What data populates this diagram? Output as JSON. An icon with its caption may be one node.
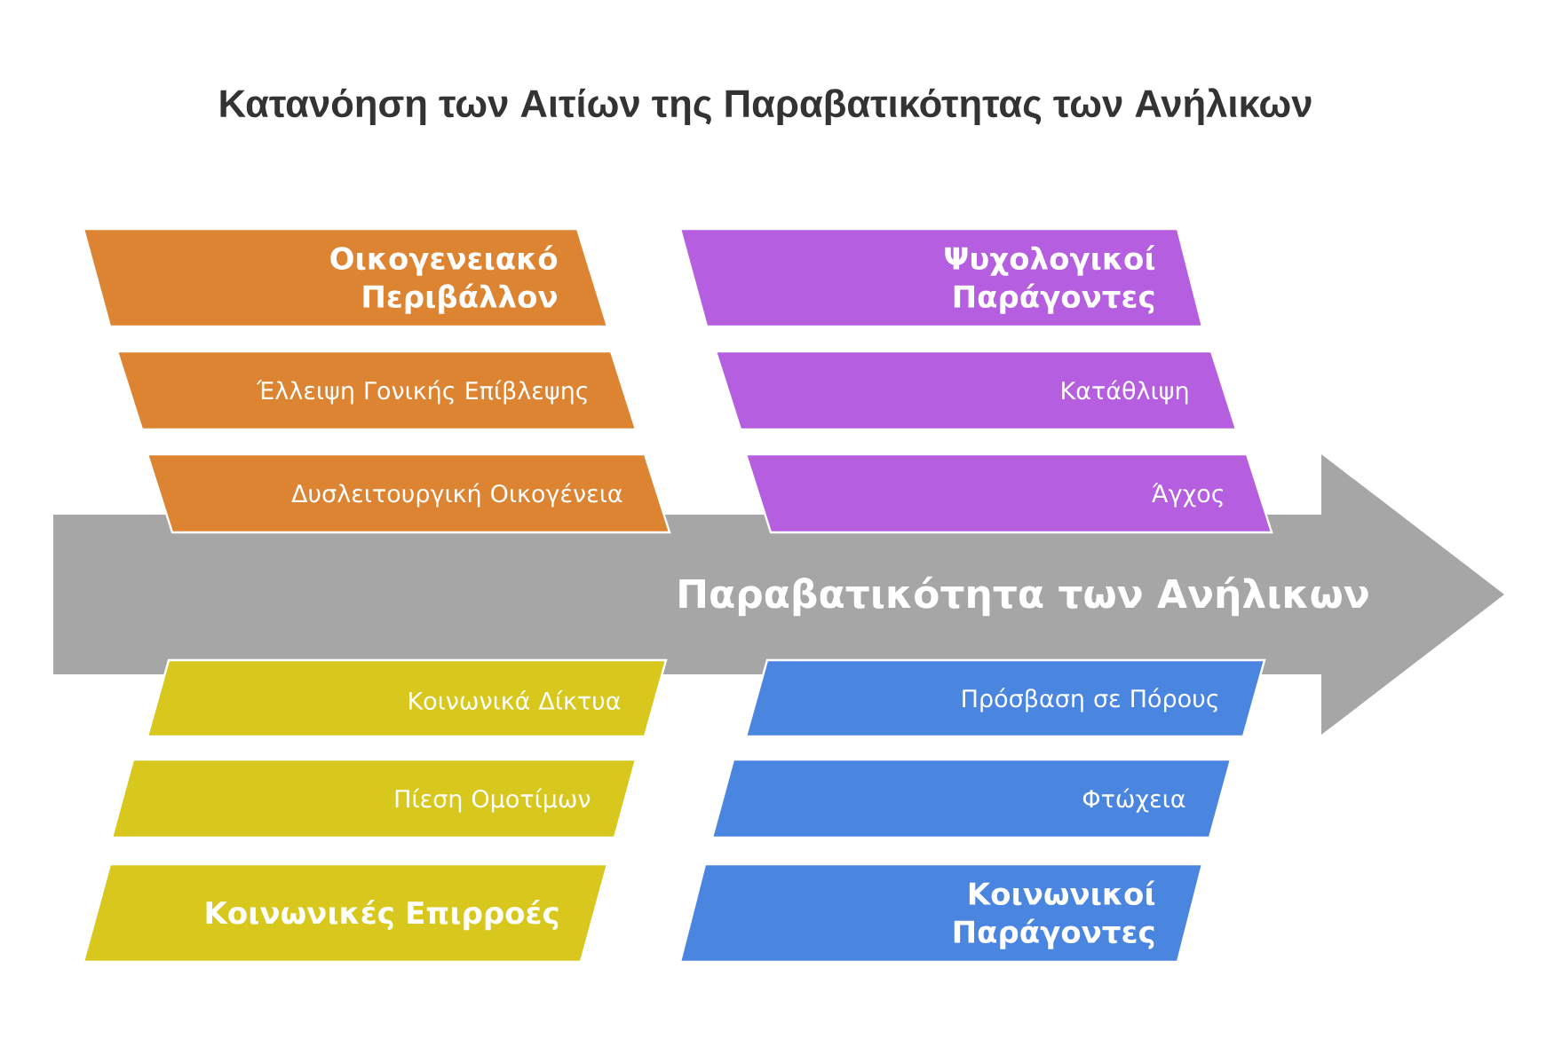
{
  "diagram": {
    "title": "Κατανόηση των Αιτίων της Παραβατικότητας των Ανήλικων",
    "nodes": [
      {
        "text": [
          "Οικογενειακό Περιβάλλον"
        ]
      },
      {
        "text": [
          "Έλλειψη Γονικής Επίβλεψης"
        ]
      },
      {
        "text": [
          "Δυσλειτουργική Οικογένεια"
        ]
      },
      {
        "text": [
          "Ψυχολογικοί Παράγοντες"
        ]
      },
      {
        "text": [
          "Κατάθλιψη"
        ]
      },
      {
        "text": [
          "Άγχος"
        ]
      },
      {
        "text": [
          "Παραβατικότητα των Ανήλικων"
        ]
      },
      {
        "text": [
          "Κοινωνικά Δίκτυα"
        ]
      },
      {
        "text": [
          "Πίεση Ομοτίμων"
        ]
      },
      {
        "text": [
          "Κοινωνικές Επιρροές"
        ]
      },
      {
        "text": [
          "Πρόσβαση σε Πόρους"
        ]
      },
      {
        "text": [
          "Φτώχεια"
        ]
      },
      {
        "text": [
          "Κοινωνικοί Παράγοντες"
        ]
      }
    ]
  }
}
